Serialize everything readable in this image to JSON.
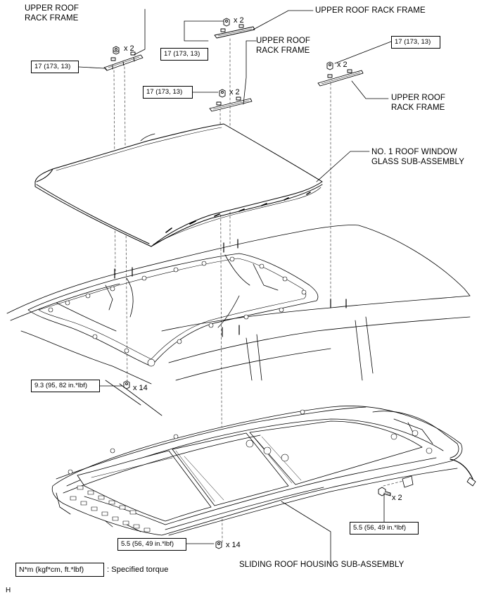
{
  "labels": {
    "frame_top_left": "UPPER ROOF\nRACK FRAME",
    "frame_top_right": "UPPER ROOF RACK FRAME",
    "frame_mid": "UPPER ROOF\nRACK FRAME",
    "frame_right": "UPPER ROOF\nRACK FRAME",
    "glass": "NO. 1 ROOF WINDOW\nGLASS SUB-ASSEMBLY",
    "housing": "SLIDING ROOF HOUSING SUB-ASSEMBLY",
    "legend_text": ": Specified torque",
    "figure_code": "H"
  },
  "torques": {
    "rack_left": "17 (173, 13)",
    "rack_center_top": "17 (173, 13)",
    "rack_center_mid": "17 (173, 13)",
    "rack_right": "17 (173, 13)",
    "roof_nuts": "9.3 (95, 82 in.*lbf)",
    "housing_bolt": "5.5 (56, 49 in.*lbf)",
    "housing_nuts": "5.5 (56, 49 in.*lbf)",
    "legend_unit": "N*m (kgf*cm, ft.*lbf)"
  },
  "quantities": {
    "rack_left": "x 2",
    "rack_center_top": "x 2",
    "rack_center_mid": "x 2",
    "rack_right": "x 2",
    "roof_nuts": "x 14",
    "housing_bolt": "x 2",
    "housing_nuts": "x 14"
  }
}
